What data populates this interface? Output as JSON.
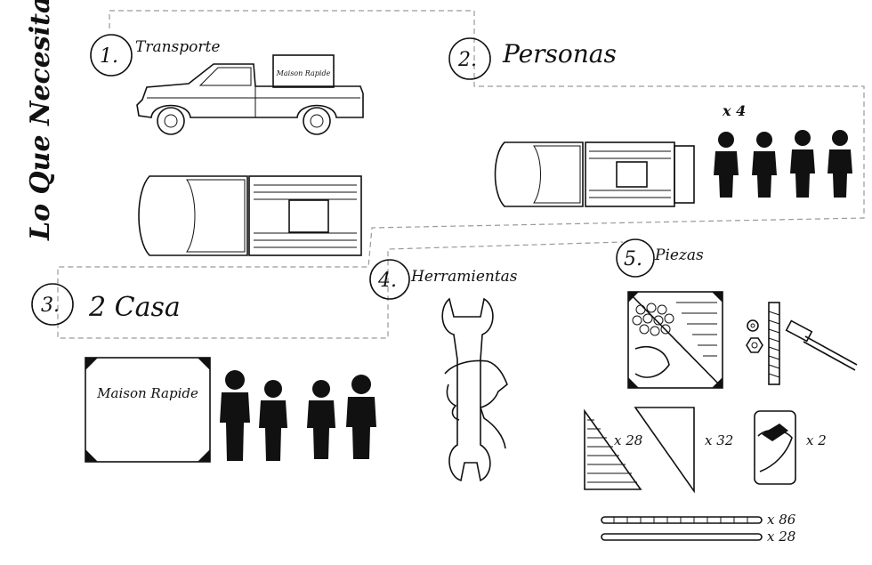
{
  "title": "Lo Que Necesitas",
  "steps": {
    "s1": {
      "number": "1.",
      "label": "Transporte"
    },
    "s2": {
      "number": "2.",
      "label": "Personas",
      "quantity": "x 4"
    },
    "s3": {
      "number": "3.",
      "label": "2 Casa"
    },
    "s4": {
      "number": "4.",
      "label": "Herramientas"
    },
    "s5": {
      "number": "5.",
      "label": "Piezas"
    }
  },
  "brand": {
    "box_label": "Maison Rapide",
    "mattress_label": "Maison Rapide"
  },
  "parts": {
    "triangle_a_qty": "x 28",
    "triangle_b_qty": "x 32",
    "panel_qty": "x 2",
    "rod_a_qty": "x 86",
    "rod_b_qty": "x 28"
  },
  "icons": [
    "truck-side-icon",
    "truck-top-icon",
    "person-icon",
    "wrench-hand-icon",
    "bolt-icon",
    "nut-icon",
    "washer-icon",
    "screw-icon"
  ]
}
